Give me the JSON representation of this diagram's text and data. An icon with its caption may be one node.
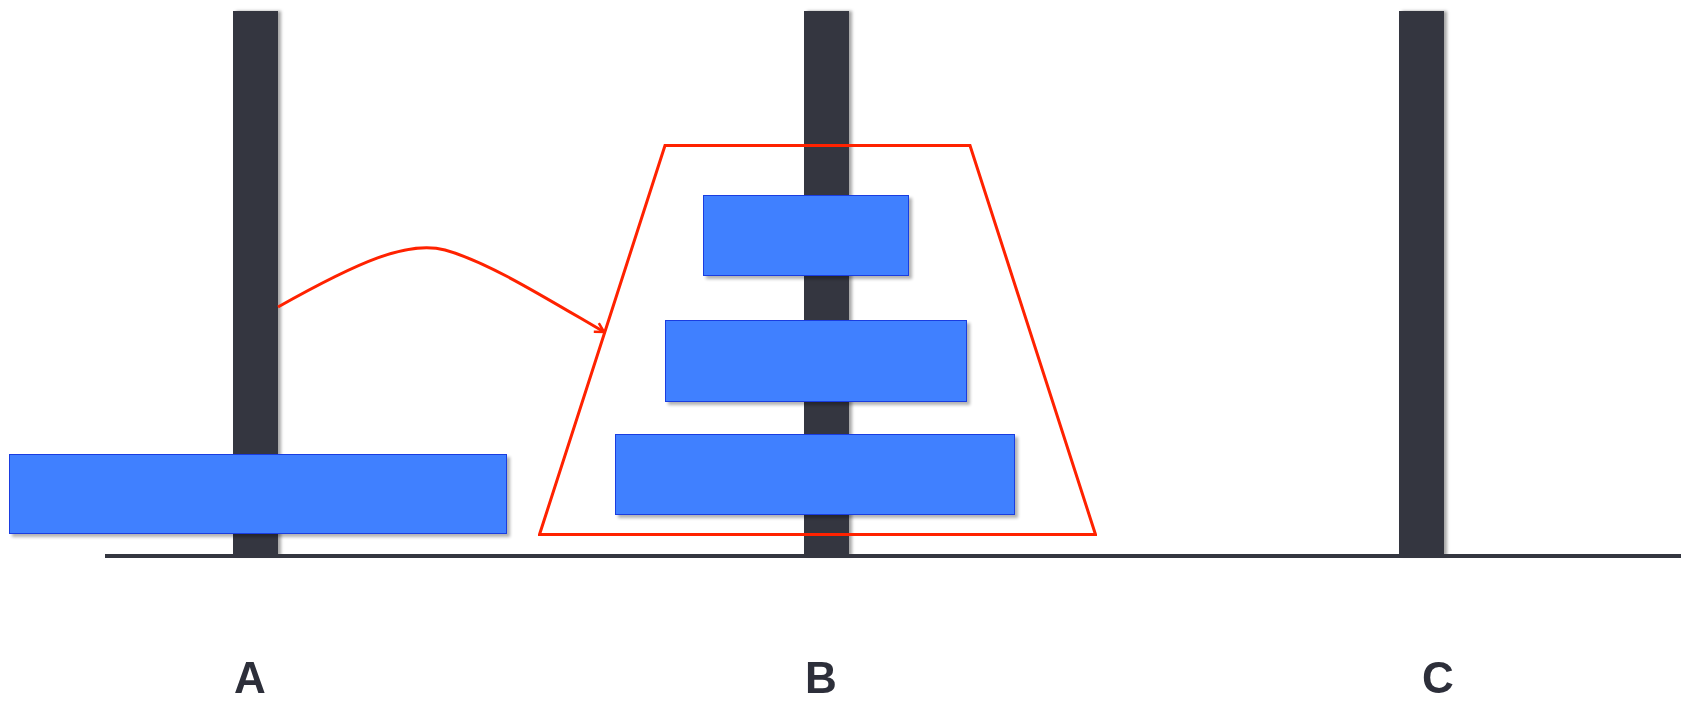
{
  "diagram": {
    "nodes": [
      {
        "text": [],
        "shape": "bar"
      },
      {
        "text": [],
        "shape": "bar"
      },
      {
        "text": [],
        "shape": "bar"
      },
      {
        "text": [],
        "shape": "box"
      },
      {
        "text": [],
        "shape": "trapezoid"
      },
      {
        "text": [],
        "shape": "box",
        "in": 4
      },
      {
        "text": [],
        "shape": "box",
        "in": 4
      },
      {
        "text": [],
        "shape": "box",
        "in": 4
      }
    ],
    "edges": [
      {
        "from": 0,
        "to": 4,
        "arrow": "to"
      }
    ],
    "labels": [
      "A",
      "B",
      "C"
    ]
  }
}
